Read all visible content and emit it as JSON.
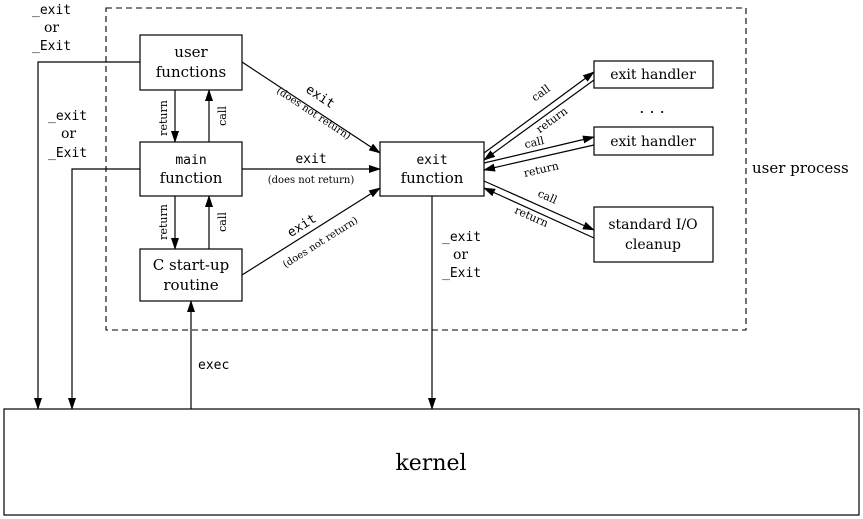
{
  "boxes": {
    "user_functions": [
      "user",
      "functions"
    ],
    "main_function": [
      "main",
      "function"
    ],
    "c_startup": [
      "C start-up",
      "routine"
    ],
    "exit_function": [
      "exit",
      "function"
    ],
    "exit_handler_1": "exit handler",
    "exit_handler_2": "exit handler",
    "stdio_cleanup": [
      "standard I/O",
      "cleanup"
    ],
    "kernel": "kernel"
  },
  "labels": {
    "user_process": "user process",
    "ellipsis": ". . .",
    "exit": "exit",
    "does_not_return": "(does not return)",
    "return": "return",
    "call": "call",
    "exec": "exec",
    "exit_or_Exit": [
      "_exit",
      "or",
      "_Exit"
    ]
  }
}
